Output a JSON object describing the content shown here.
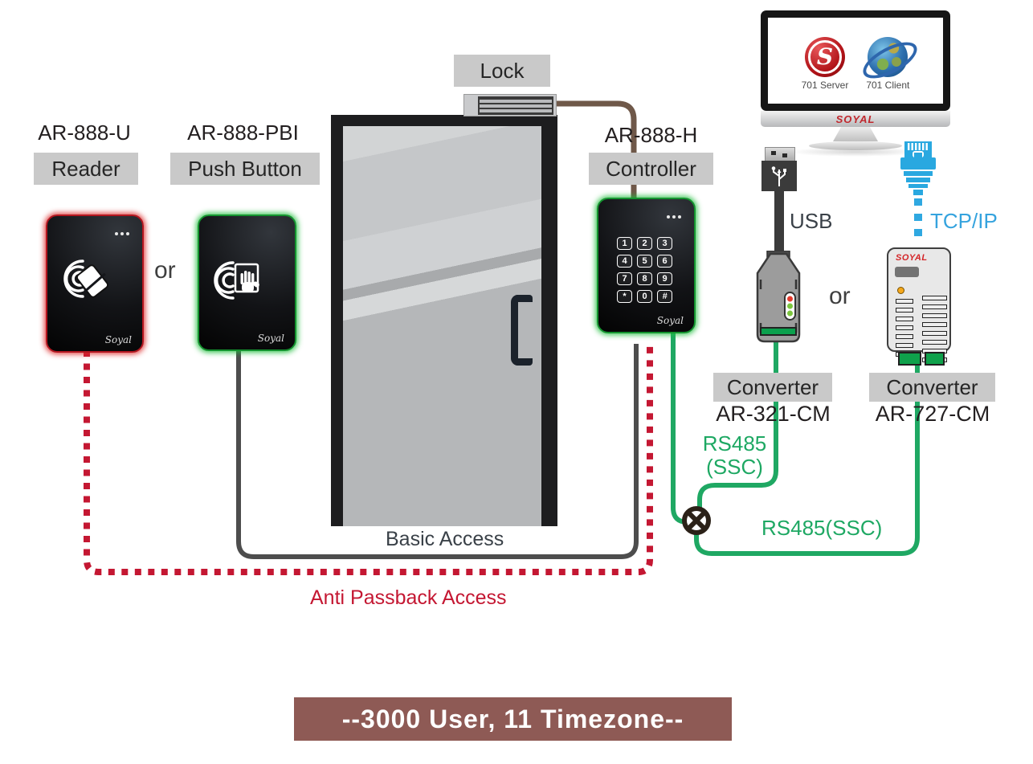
{
  "banner": {
    "text": "--3000 User, 11 Timezone--"
  },
  "labels": {
    "or_devices": "or",
    "or_converters": "or",
    "basic_access": "Basic Access",
    "anti_passback_access": "Anti Passback Access",
    "usb": "USB",
    "tcpip": "TCP/IP",
    "rs485_line1": "RS485",
    "rs485_line2": "(SSC)",
    "rs485_ssc": "RS485(SSC)"
  },
  "devices": {
    "reader": {
      "model": "AR-888-U",
      "label": "Reader",
      "brand_script": "Soyal"
    },
    "push_button": {
      "model": "AR-888-PBI",
      "label": "Push Button",
      "brand_script": "Soyal"
    },
    "door": {
      "lock_label": "Lock"
    },
    "controller": {
      "model": "AR-888-H",
      "label": "Controller",
      "brand_script": "Soyal",
      "keypad": [
        "1",
        "2",
        "3",
        "4",
        "5",
        "6",
        "7",
        "8",
        "9",
        "*",
        "0",
        "#"
      ]
    },
    "computer": {
      "chin_brand": "SOYAL",
      "apps": [
        {
          "name": "701 Server"
        },
        {
          "name": "701 Client"
        }
      ]
    },
    "converter_usb": {
      "label": "Converter",
      "model": "AR-321-CM"
    },
    "converter_lan": {
      "label": "Converter",
      "model": "AR-727-CM",
      "brand": "SOYAL"
    }
  },
  "icons": {
    "usb_plug": "usb-plug-icon",
    "usb_trident": "usb-trident-icon",
    "rj45": "rj45-connector-icon",
    "server_badge": "server-s-badge-icon",
    "client_globe": "globe-icon",
    "wire_junction": "circled-x-junction-icon",
    "contactless_card": "contactless-card-icon",
    "push_hand": "hand-press-icon",
    "led_dots": "three-led-dots-icon",
    "mag_lock": "magnetic-lock-icon"
  },
  "colors": {
    "green_wire": "#1fa863",
    "red_dash": "#c41732",
    "brown_wire": "#6f5849",
    "dark_wire": "#4d4d4d",
    "blue_tcpip": "#35a3de",
    "label_bg": "#c9c9c9",
    "banner_bg": "#8e5a55"
  }
}
